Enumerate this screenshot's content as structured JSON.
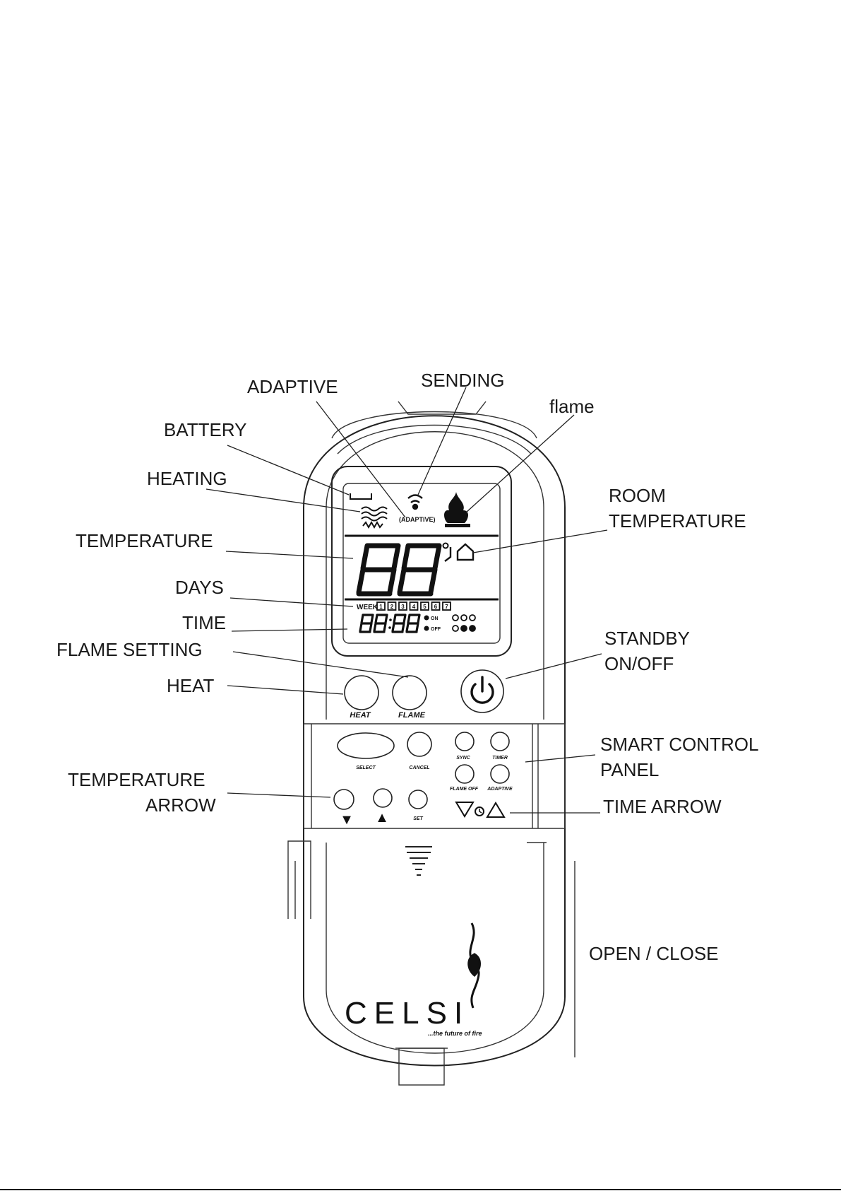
{
  "labels": {
    "adaptive": "ADAPTIVE",
    "sending": "SENDING",
    "flame": "flame",
    "battery": "BATTERY",
    "heating": "HEATING",
    "room_temperature_1": "ROOM",
    "room_temperature_2": "TEMPERATURE",
    "temperature": "TEMPERATURE",
    "days": "DAYS",
    "time": "TIME",
    "flame_setting": "FLAME SETTING",
    "standby_1": "STANDBY",
    "standby_2": "ON/OFF",
    "heat": "HEAT",
    "smart_control_1": "SMART CONTROL",
    "smart_control_2": "PANEL",
    "temperature_arrow_1": "TEMPERATURE",
    "temperature_arrow_2": "ARROW",
    "time_arrow": "TIME ARROW",
    "open_close": "OPEN / CLOSE"
  },
  "remote": {
    "lcd": {
      "adaptive_tag": "(ADAPTIVE)",
      "week": "WEEK",
      "day_boxes": [
        "1",
        "2",
        "3",
        "4",
        "5",
        "6",
        "7"
      ],
      "on": "ON",
      "off": "OFF"
    },
    "buttons": {
      "heat": "HEAT",
      "flame": "FLAME",
      "select": "SELECT",
      "cancel": "CANCEL",
      "sync": "SYNC",
      "timer": "TIMER",
      "flame_off": "FLAME OFF",
      "adaptive": "ADAPTIVE",
      "down": "▼",
      "up": "▲",
      "set": "SET"
    },
    "brand": "CELSI",
    "tagline": "...the future of fire"
  }
}
